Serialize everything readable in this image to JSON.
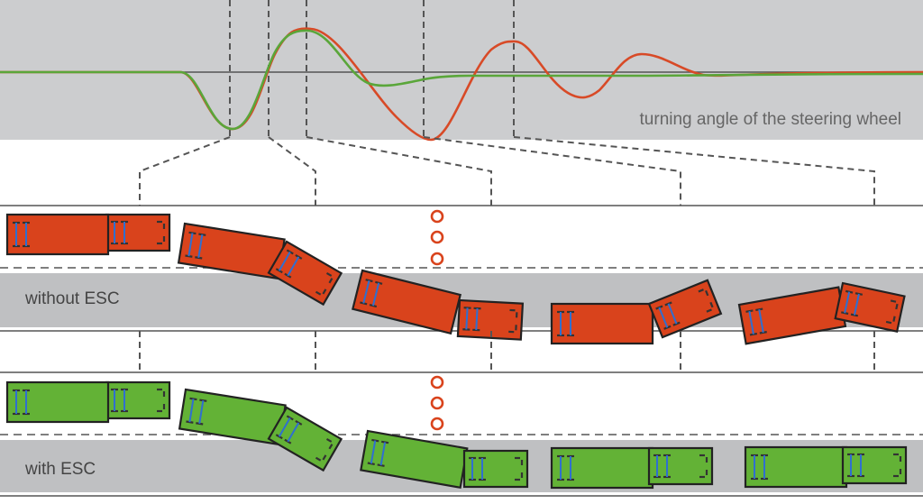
{
  "diagram": {
    "graph_label": "turning angle of the steering wheel",
    "lane_without_esc_label": "without ESC",
    "lane_with_esc_label": "with ESC"
  },
  "colors": {
    "graph_background": "#cccdcf",
    "lane_band": "#bfc0c2",
    "without_esc_curve": "#d84a27",
    "with_esc_curve": "#5aa63a",
    "truck_without_esc": "#d9431c",
    "truck_with_esc": "#63b236",
    "truck_outline": "#222222",
    "axle": "#2f6fd0",
    "guide_dash": "#555555",
    "marker_circle": "#d9431c"
  },
  "icons": {
    "truck": "articulated-truck-topview-icon",
    "ellipsis": "vertical-ellipsis-circles-icon"
  }
}
